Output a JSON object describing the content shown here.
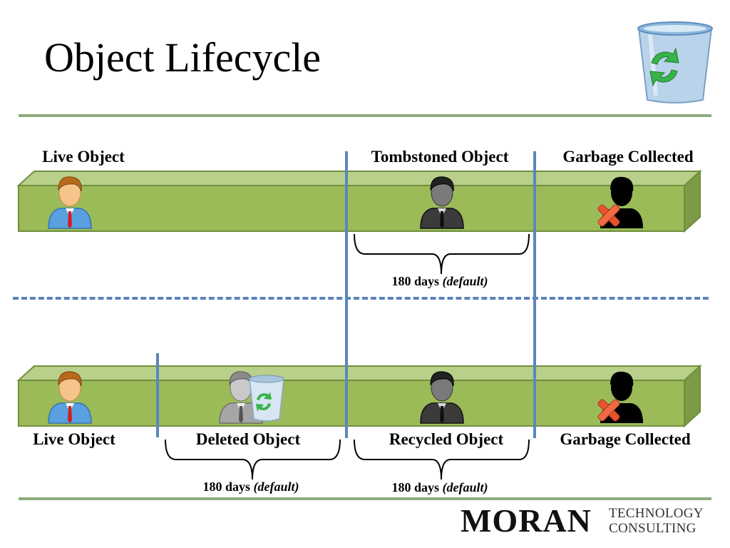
{
  "slide": {
    "title": "Object Lifecycle"
  },
  "top_row": {
    "label_live": "Live Object",
    "label_tombstoned": "Tombstoned Object",
    "label_garbage": "Garbage Collected",
    "days_number": "180 days",
    "days_default": "(default)"
  },
  "bottom_row": {
    "label_live": "Live Object",
    "label_deleted": "Deleted Object",
    "label_recycled": "Recycled Object",
    "label_garbage": "Garbage Collected",
    "days_1_number": "180 days",
    "days_1_default": "(default)",
    "days_2_number": "180 days",
    "days_2_default": "(default)"
  },
  "logo": {
    "wordmark": "MORAN",
    "line1": "TECHNOLOGY",
    "line2": "CONSULTING"
  },
  "icons": [
    "recycle-bin-icon",
    "live-user-icon",
    "tombstoned-user-icon",
    "garbage-collected-user-icon",
    "deleted-user-icon",
    "recycled-user-icon"
  ],
  "colors": {
    "bar_green": "#9bbb59",
    "divider_blue": "#5b87bd",
    "rule_green": "#8fab7d"
  }
}
